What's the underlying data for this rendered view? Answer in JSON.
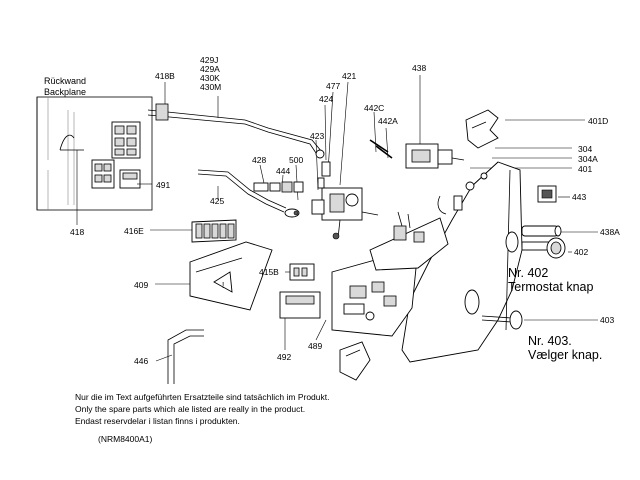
{
  "panel": {
    "title_line1": "Rückwand",
    "title_line2": "Backplane"
  },
  "labels": {
    "l418B": "418B",
    "l429J": "429J",
    "l429A": "429A",
    "l430K": "430K",
    "l430M": "430M",
    "l421": "421",
    "l477": "477",
    "l424": "424",
    "l423": "423",
    "l438": "438",
    "l442C": "442C",
    "l442A": "442A",
    "l401D": "401D",
    "l304": "304",
    "l304A": "304A",
    "l401": "401",
    "l428": "428",
    "l500": "500",
    "l444": "444",
    "l491": "491",
    "l443": "443",
    "l425": "425",
    "l418": "418",
    "l416E": "416E",
    "l438A": "438A",
    "l402": "402",
    "l415B": "415B",
    "l409": "409",
    "l403": "403",
    "l492": "492",
    "l489": "489",
    "l446": "446"
  },
  "callouts": {
    "knob402_line1": "Nr. 402",
    "knob402_line2": "Termostat knap",
    "knob403_line1": "Nr. 403.",
    "knob403_line2": "Vælger knap."
  },
  "notes": {
    "line1": "Nur die im Text aufgeführten Ersatzteile sind tatsächlich im Produkt.",
    "line2": "Only the spare parts which ale listed are really in the product.",
    "line3": "Endast reservdelar i listan finns i produkten.",
    "code": "(NRM8400A1)"
  }
}
